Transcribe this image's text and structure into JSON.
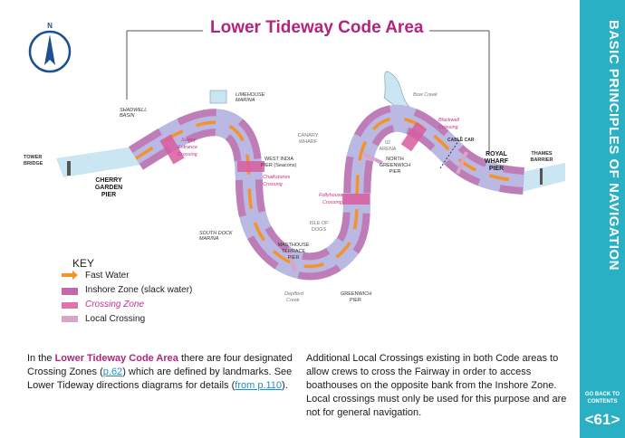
{
  "title": "Lower Tideway Code Area",
  "compass_label": "N",
  "sidebar": {
    "section_title": "BASIC PRINCIPLES OF NAVIGATION",
    "go_back_line1": "GO BACK TO",
    "go_back_line2": "CONTENTS",
    "prev_arrow": "<",
    "page_number": "61",
    "next_arrow": ">"
  },
  "map_labels": {
    "tower_bridge_1": "TOWER",
    "tower_bridge_2": "BRIDGE",
    "cherry_garden_1": "CHERRY",
    "cherry_garden_2": "GARDEN",
    "cherry_garden_3": "PIER",
    "shadwell_1": "SHADWELL",
    "shadwell_2": "BASIN",
    "surrey_1": "Surrey",
    "surrey_2": "Entrance",
    "surrey_3": "Crossing",
    "limehouse_1": "LIMEHOUSE",
    "limehouse_2": "MARINA",
    "canary_1": "CANARY",
    "canary_2": "WHARF",
    "west_india_1": "WEST INDIA",
    "west_india_2": "PIER (Seacons)",
    "chalkstones_1": "Chalkstones",
    "chalkstones_2": "Crossing",
    "isle_of_dogs_1": "ISLE OF",
    "isle_of_dogs_2": "DOGS",
    "south_dock_1": "SOUTH DOCK",
    "south_dock_2": "MARINA",
    "masthouse_1": "MASTHOUSE",
    "masthouse_2": "TERRACE",
    "masthouse_3": "PIER",
    "deptford_1": "Deptford",
    "deptford_2": "Creek",
    "greenwich_1": "GREENWICH",
    "greenwich_2": "PIER",
    "follyhouse_1": "Follyhouse",
    "follyhouse_2": "Crossing",
    "o2_1": "02",
    "o2_2": "ARENA",
    "north_greenwich_1": "NORTH",
    "north_greenwich_2": "GREENWICH",
    "north_greenwich_3": "PIER",
    "bow_creek": "Bow Creek",
    "blackwall_1": "Blackwall",
    "blackwall_2": "Crossing",
    "cable_car": "CABLE CAR",
    "royal_wharf_1": "ROYAL",
    "royal_wharf_2": "WHARF",
    "royal_wharf_3": "PIER",
    "thames_barrier_1": "THAMES",
    "thames_barrier_2": "BARRIER"
  },
  "key": {
    "title": "KEY",
    "items": [
      {
        "label": "Fast Water",
        "color": "#f5922a"
      },
      {
        "label": "Inshore Zone (slack water)",
        "color": "#c26aa8"
      },
      {
        "label": "Crossing Zone",
        "color": "#d75ca0"
      },
      {
        "label": "Local Crossing",
        "color": "#d7a6c6"
      }
    ]
  },
  "colors": {
    "accent": "#b2247e",
    "sidebar": "#2ab0c4",
    "river": "#b9b9e3",
    "inshore": "#c26aa8",
    "fast_water": "#f5922a",
    "water_light": "#c9e6f2"
  },
  "text_left": {
    "p1": "In the ",
    "p2": "Lower Tideway Code Area",
    "p3": " there are four designated Crossing Zones (",
    "link1": "p.62",
    "p4": ") which are defined by landmarks. See Lower Tideway directions diagrams for details (",
    "link2": "from p.110",
    "p5": ")."
  },
  "text_right": "Additional Local Crossings existing in both Code areas to allow crews to cross the Fairway in order to access boathouses on the opposite bank from the Inshore Zone. Local crossings must only be used for this purpose and are not for general navigation."
}
